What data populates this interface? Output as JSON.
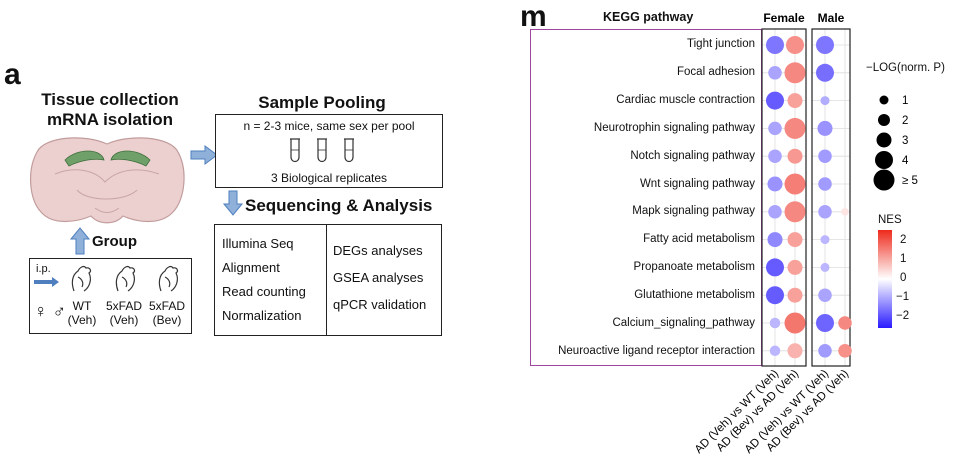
{
  "panel_a": {
    "letter": "a",
    "tissue": {
      "line1": "Tissue collection",
      "line2": "mRNA isolation"
    },
    "group": {
      "title": "Group",
      "ip": "i.p.",
      "sex": "♀ ♂",
      "groups": [
        {
          "line1": "WT",
          "line2": "(Veh)"
        },
        {
          "line1": "5xFAD",
          "line2": "(Veh)"
        },
        {
          "line1": "5xFAD",
          "line2": "(Bev)"
        }
      ]
    },
    "pooling": {
      "title": "Sample Pooling",
      "desc": "n = 2-3 mice, same sex per pool",
      "replicates": "3 Biological replicates"
    },
    "sequencing": {
      "title": "Sequencing & Analysis",
      "left": [
        "Illumina Seq",
        "Alignment",
        "Read counting",
        "Normalization"
      ],
      "right": [
        "DEGs analyses",
        "GSEA analyses",
        "qPCR validation"
      ]
    },
    "colors": {
      "arrow": "#8fb0d9",
      "arrow_edge": "#4f7fbf",
      "brain": "#e8c8c8",
      "hippocampus": "#6fa06a"
    }
  },
  "panel_m": {
    "letter": "m",
    "chart_data": {
      "type": "scatter",
      "title": "KEGG pathway",
      "facets": [
        "Female",
        "Male"
      ],
      "pathways": [
        "Tight junction",
        "Focal adhesion",
        "Cardiac muscle contraction",
        "Neurotrophin signaling pathway",
        "Notch signaling pathway",
        "Wnt signaling pathway",
        "Mapk signaling pathway",
        "Fatty acid metabolism",
        "Propanoate metabolism",
        "Glutathione metabolism",
        "Calcium_signaling_pathway",
        "Neuroactive ligand receptor interaction"
      ],
      "comparisons": [
        "AD (Veh) vs WT (Veh)",
        "AD (Bev) vs AD (Veh)"
      ],
      "series": [
        {
          "facet": "Female",
          "comparison": "AD (Veh) vs WT (Veh)",
          "nes": [
            -1.5,
            -1.0,
            -1.8,
            -1.0,
            -1.0,
            -1.2,
            -1.0,
            -1.3,
            -1.8,
            -1.8,
            -0.8,
            -0.8
          ],
          "logp": [
            4,
            2.5,
            4,
            2.5,
            2.5,
            3,
            2.5,
            3,
            4,
            4,
            1.5,
            1.5
          ]
        },
        {
          "facet": "Female",
          "comparison": "AD (Bev) vs AD (Veh)",
          "nes": [
            1.3,
            1.4,
            1.1,
            1.4,
            1.2,
            1.5,
            1.4,
            1.1,
            1.1,
            1.1,
            1.6,
            0.9
          ],
          "logp": [
            4,
            5,
            3,
            5,
            3,
            5,
            5,
            3,
            3,
            3,
            5,
            3
          ]
        },
        {
          "facet": "Male",
          "comparison": "AD (Veh) vs WT (Veh)",
          "nes": [
            -1.5,
            -1.6,
            -0.9,
            -1.2,
            -1.1,
            -1.1,
            -1.0,
            -0.8,
            -0.8,
            -1.0,
            -1.7,
            -1.1
          ],
          "logp": [
            4,
            4,
            1,
            3,
            2.5,
            2.5,
            2.5,
            1,
            1,
            2.5,
            4,
            2.5
          ]
        },
        {
          "facet": "Male",
          "comparison": "AD (Bev) vs AD (Veh)",
          "nes": [
            null,
            null,
            null,
            null,
            null,
            null,
            0.3,
            null,
            null,
            null,
            1.4,
            1.3
          ],
          "logp": [
            null,
            null,
            null,
            null,
            null,
            null,
            0.5,
            null,
            null,
            null,
            2.5,
            2.5
          ]
        }
      ],
      "size_legend": {
        "title": "−LOG(norm. P)",
        "values": [
          1,
          2,
          3,
          4,
          5
        ],
        "labels": [
          "1",
          "2",
          "3",
          "4",
          "≥ 5"
        ]
      },
      "color_legend": {
        "title": "NES",
        "ticks": [
          "2",
          "1",
          "0",
          "−1",
          "−2"
        ],
        "range": [
          -2.5,
          2.5
        ],
        "colors": {
          "low": "#2a1bff",
          "mid": "#ffffff",
          "high": "#ee2a1c"
        }
      },
      "highlight_box_color": "#a0469e"
    }
  }
}
